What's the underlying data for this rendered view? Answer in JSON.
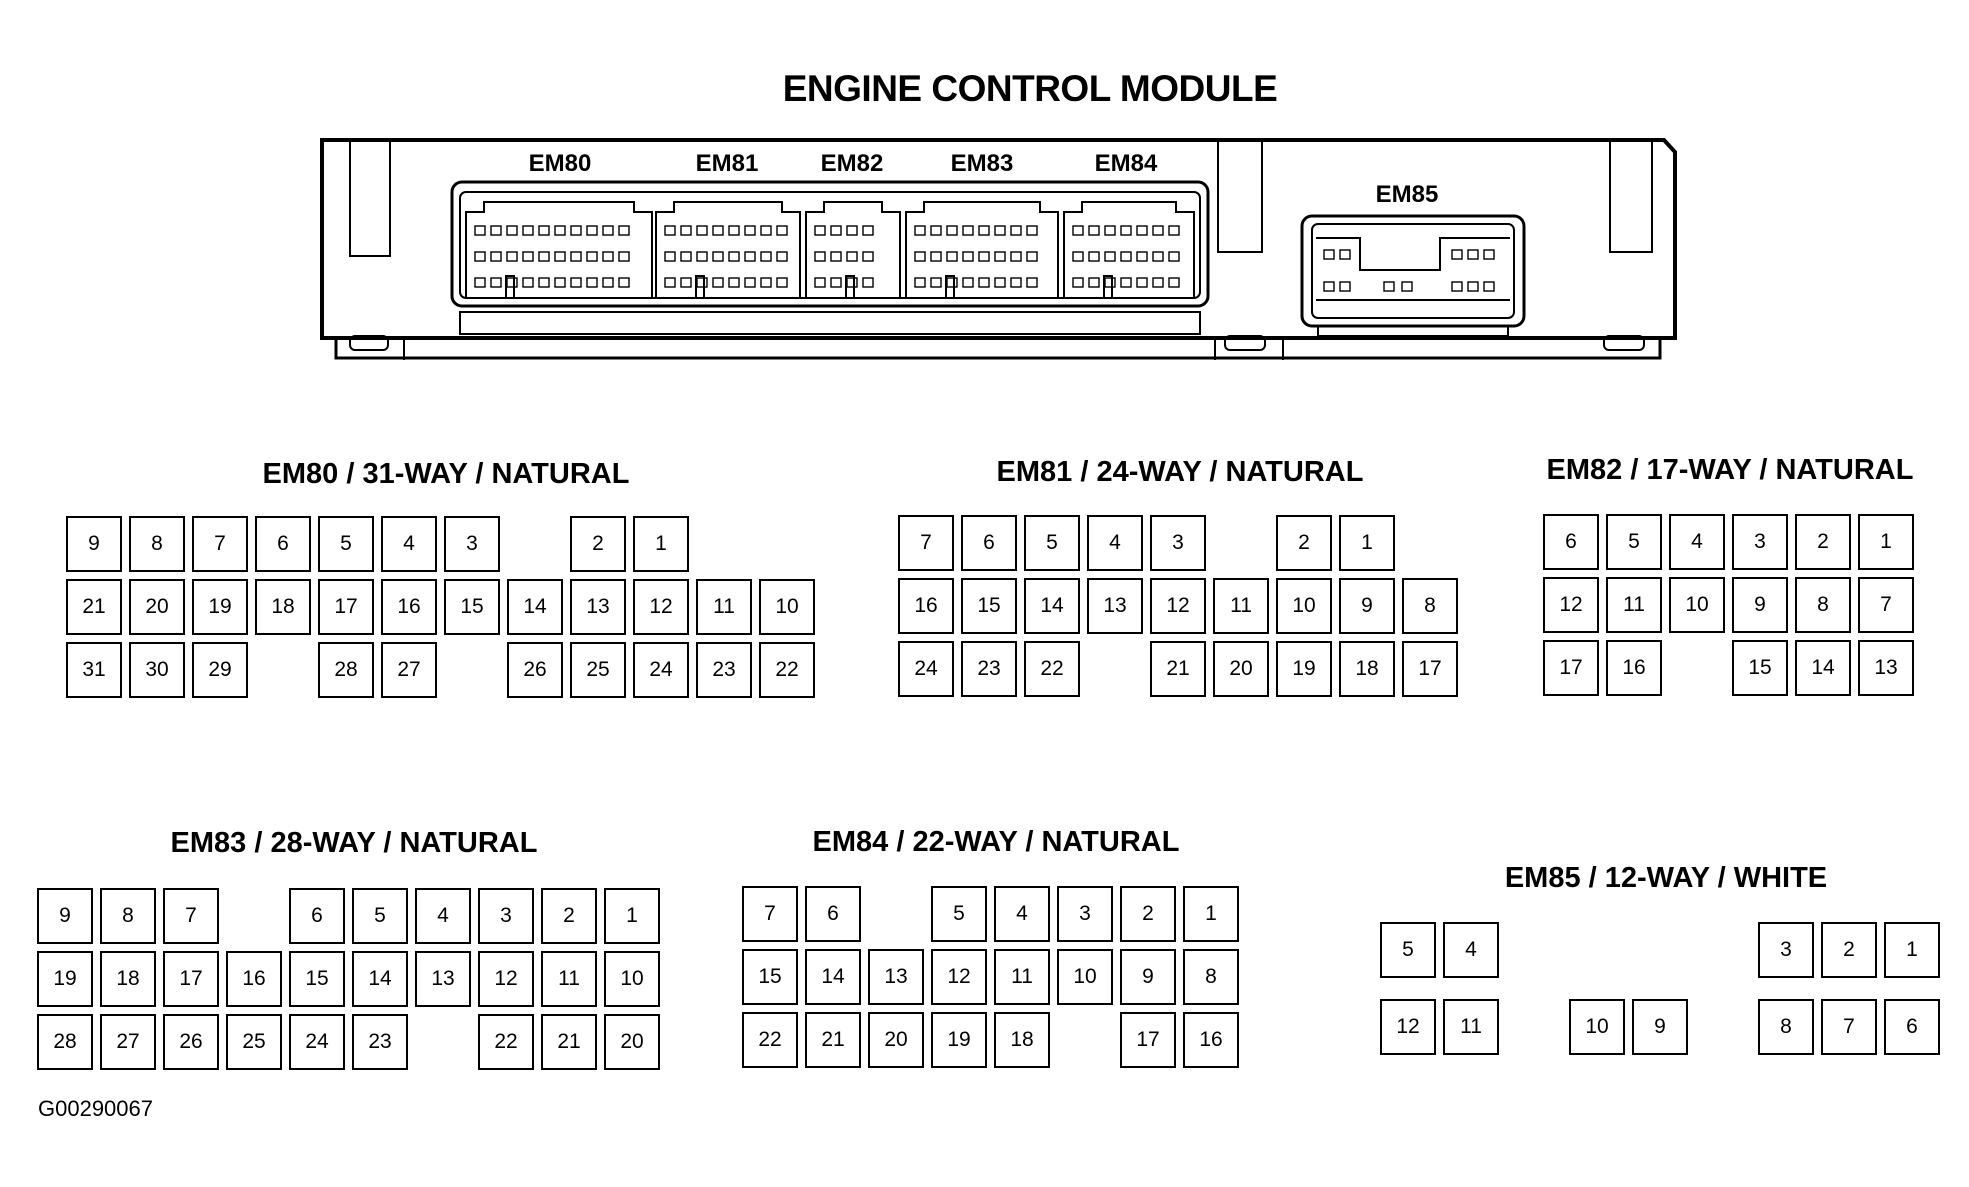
{
  "title": "ENGINE CONTROL MODULE",
  "module": {
    "labels": [
      "EM80",
      "EM81",
      "EM82",
      "EM83",
      "EM84",
      "EM85"
    ]
  },
  "connectors": [
    {
      "title": "EM80 / 31-WAY / NATURAL",
      "rows": [
        [
          "9",
          "8",
          "7",
          "6",
          "5",
          "4",
          "3",
          null,
          "2",
          "1"
        ],
        [
          "21",
          "20",
          "19",
          "18",
          "17",
          "16",
          "15",
          "14",
          "13",
          "12",
          "11",
          "10"
        ],
        [
          "31",
          "30",
          "29",
          null,
          "28",
          "27",
          null,
          "26",
          "25",
          "24",
          "23",
          "22"
        ]
      ]
    },
    {
      "title": "EM81 / 24-WAY / NATURAL",
      "rows": [
        [
          "7",
          "6",
          "5",
          "4",
          "3",
          null,
          "2",
          "1"
        ],
        [
          "16",
          "15",
          "14",
          "13",
          "12",
          "11",
          "10",
          "9",
          "8"
        ],
        [
          "24",
          "23",
          "22",
          null,
          "21",
          "20",
          "19",
          "18",
          "17"
        ]
      ]
    },
    {
      "title": "EM82 / 17-WAY / NATURAL",
      "rows": [
        [
          "6",
          "5",
          "4",
          "3",
          "2",
          "1"
        ],
        [
          "12",
          "11",
          "10",
          "9",
          "8",
          "7"
        ],
        [
          "17",
          "16",
          null,
          "15",
          "14",
          "13"
        ]
      ]
    },
    {
      "title": "EM83 / 28-WAY / NATURAL",
      "rows": [
        [
          "9",
          "8",
          "7",
          null,
          "6",
          "5",
          "4",
          "3",
          "2",
          "1"
        ],
        [
          "19",
          "18",
          "17",
          "16",
          "15",
          "14",
          "13",
          "12",
          "11",
          "10"
        ],
        [
          "28",
          "27",
          "26",
          "25",
          "24",
          "23",
          null,
          "22",
          "21",
          "20"
        ]
      ]
    },
    {
      "title": "EM84 / 22-WAY / NATURAL",
      "rows": [
        [
          "7",
          "6",
          null,
          "5",
          "4",
          "3",
          "2",
          "1"
        ],
        [
          "15",
          "14",
          "13",
          "12",
          "11",
          "10",
          "9",
          "8"
        ],
        [
          "22",
          "21",
          "20",
          "19",
          "18",
          null,
          "17",
          "16"
        ]
      ]
    },
    {
      "title": "EM85 / 12-WAY / WHITE",
      "rows": [
        [
          "5",
          "4",
          null,
          null,
          null,
          null,
          "3",
          "2",
          "1"
        ],
        [
          "12",
          "11",
          null,
          "10",
          "9",
          null,
          "8",
          "7",
          "6"
        ]
      ]
    }
  ],
  "figure_code": "G00290067"
}
